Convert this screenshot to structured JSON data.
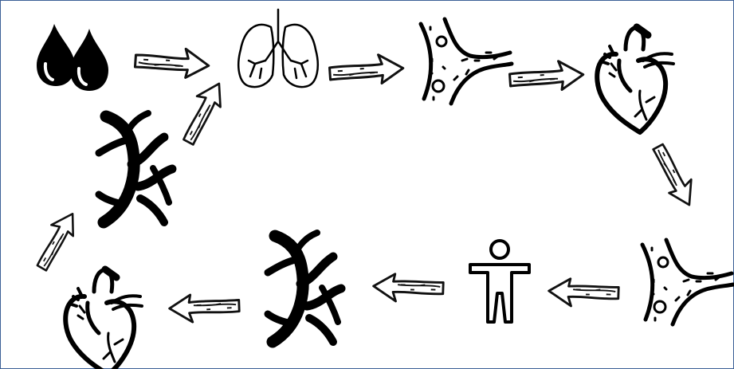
{
  "colors": {
    "border": "#3b5f96",
    "ink": "#000000",
    "arrow_fill": "#ffffff",
    "arrow_stroke": "#111111"
  },
  "nodes": [
    {
      "id": "blood",
      "icon": "blood-drops-icon"
    },
    {
      "id": "lungs",
      "icon": "lungs-icon"
    },
    {
      "id": "vessel-oxygenated",
      "icon": "blood-vessel-icon"
    },
    {
      "id": "heart-left",
      "icon": "heart-icon"
    },
    {
      "id": "vessel-arterial",
      "icon": "blood-vessel-icon"
    },
    {
      "id": "body",
      "icon": "human-body-icon"
    },
    {
      "id": "veins-lower",
      "icon": "vein-branch-icon"
    },
    {
      "id": "heart-right",
      "icon": "heart-icon"
    },
    {
      "id": "veins-upper",
      "icon": "vein-branch-icon"
    }
  ],
  "flow": [
    [
      "blood",
      "lungs"
    ],
    [
      "lungs",
      "vessel-oxygenated"
    ],
    [
      "vessel-oxygenated",
      "heart-left"
    ],
    [
      "heart-left",
      "vessel-arterial"
    ],
    [
      "vessel-arterial",
      "body"
    ],
    [
      "body",
      "veins-lower"
    ],
    [
      "veins-lower",
      "heart-right"
    ],
    [
      "heart-right",
      "veins-upper"
    ],
    [
      "veins-upper",
      "lungs"
    ]
  ]
}
